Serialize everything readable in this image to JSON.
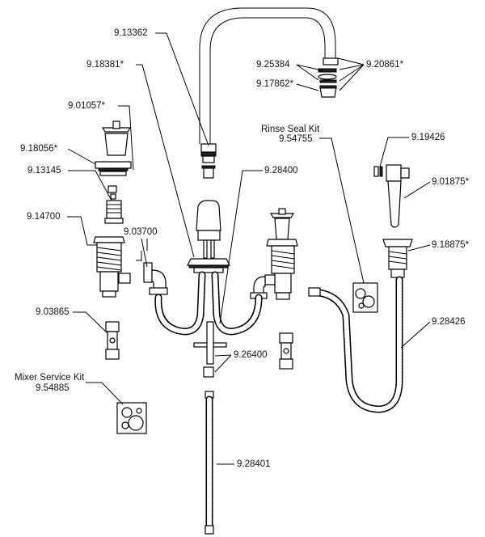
{
  "labels": {
    "p9_13362": "9.13362",
    "p9_18381": "9.18381*",
    "p9_25384": "9.25384",
    "p9_20861": "9.20861*",
    "p9_17862": "9.17862*",
    "p9_01057": "9.01057*",
    "p9_18056": "9.18056*",
    "p9_13145": "9.13145",
    "p9_14700": "9.14700",
    "p9_03700": "9.03700",
    "p9_28400": "9.28400",
    "rinse_seal_kit": "Rinse Seal Kit",
    "p9_54755": "9.54755",
    "p9_19426": "9.19426",
    "p9_01875": "9.01875*",
    "p9_18875": "9.18875*",
    "p9_28426": "9.28426",
    "p9_03865": "9.03865",
    "p9_26400": "9.26400",
    "mixer_service_kit": "Mixer Service Kit",
    "p9_54885": "9.54885",
    "p9_28401": "9.28401"
  }
}
